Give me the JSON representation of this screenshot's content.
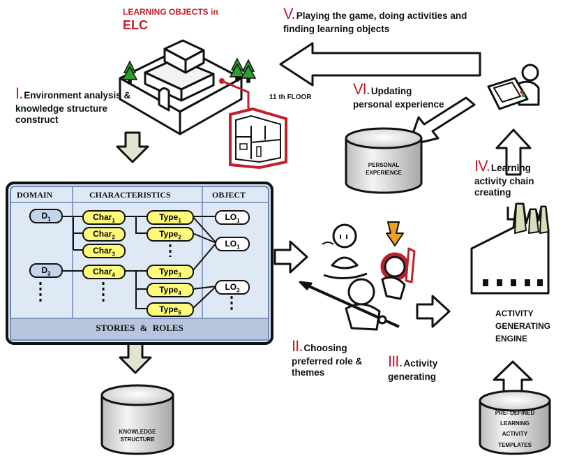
{
  "elc": {
    "line1": "LEARNING OBJECTS in",
    "line2": "ELC"
  },
  "floor_label": "11 th FLOOR",
  "steps": {
    "s1": {
      "num": "I.",
      "text": "Environment analysis & knowledge structure construct"
    },
    "s2": {
      "num": "II.",
      "text": "Choosing preferred role & themes"
    },
    "s3": {
      "num": "III.",
      "text": "Activity generating"
    },
    "s4": {
      "num": "IV.",
      "text": "Learning activity chain creating"
    },
    "s5": {
      "num": "V.",
      "text": "Playing the game, doing activities and finding learning objects"
    },
    "s6": {
      "num": "VI.",
      "text": "Updating personal experience"
    }
  },
  "table": {
    "headers": {
      "domain": "DOMAIN",
      "characteristics": "CHARACTERISTICS",
      "object": "OBJECT"
    },
    "footer": "STORIES & ROLES",
    "domains": [
      {
        "base": "D",
        "sub": "1"
      },
      {
        "base": "D",
        "sub": "2"
      }
    ],
    "chars": [
      {
        "base": "Char",
        "sub": "1"
      },
      {
        "base": "Char",
        "sub": "2"
      },
      {
        "base": "Char",
        "sub": "3"
      },
      {
        "base": "Char",
        "sub": "4"
      }
    ],
    "types": [
      {
        "base": "Type",
        "sub": "1"
      },
      {
        "base": "Type",
        "sub": "2"
      },
      {
        "base": "Type",
        "sub": "3"
      },
      {
        "base": "Type",
        "sub": "4"
      },
      {
        "base": "Type",
        "sub": "5"
      }
    ],
    "objects": [
      {
        "base": "LO",
        "sub": "1"
      },
      {
        "base": "LO",
        "sub": "1"
      },
      {
        "base": "LO",
        "sub": "3"
      }
    ]
  },
  "cylinders": {
    "personal": [
      "PERSONAL",
      "EXPERIENCE"
    ],
    "knowledge": [
      "KNOWLEDGE",
      "STRUCTURE"
    ],
    "templates": [
      "PRE- DEFINED",
      "LEARNING",
      "ACTIVITY",
      "TEMPLATES"
    ]
  },
  "engine_label": [
    "ACTIVITY",
    "GENERATING",
    "ENGINE"
  ],
  "colors": {
    "step_number": "#c0202a",
    "table_bg": "#dfe8f5",
    "pill_yellow": "#fffb7a",
    "domain_pill": "#c4d4ea",
    "arrow_fill": "#dfe5d0",
    "building_red": "#c0202a",
    "tree_green": "#2ca02c"
  }
}
